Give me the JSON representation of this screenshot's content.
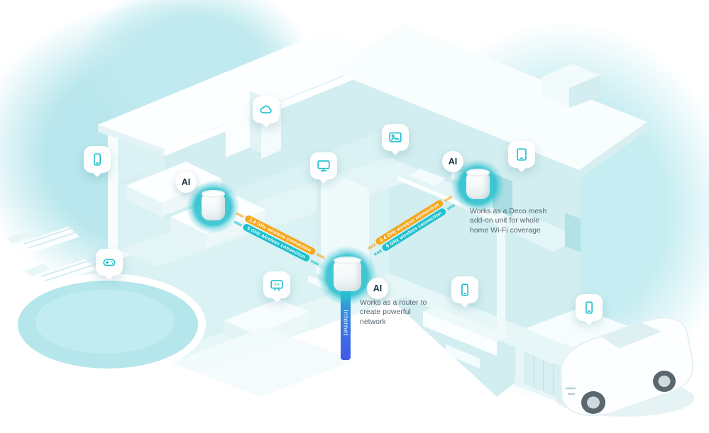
{
  "deco": {
    "ai_badge": "AI",
    "captions": {
      "router": "Works as a router to create powerful network",
      "addon": "Works as a Deco mesh add-on unit for whole home Wi-Fi coverage"
    }
  },
  "links": {
    "chevrons_left": "«««",
    "chevrons_right": "»»»",
    "left": {
      "band_2g4": "2.4 GHz wireless connection",
      "band_5g": "5 GHz wireless connection"
    },
    "right": {
      "band_2g4": "2.4 GHz wireless connection",
      "band_5g": "5 GHz wireless connection"
    }
  },
  "internet": {
    "label": "Internet"
  },
  "icons": {
    "tv_label": "TV",
    "pins": [
      "smartphone-icon",
      "cloud-icon",
      "monitor-icon",
      "photo-icon",
      "tablet-icon",
      "gamepad-icon",
      "tv-icon",
      "smartphone-icon",
      "smartphone-icon"
    ]
  },
  "colors": {
    "accent_teal": "#1EC0CD",
    "band_orange": "#F5A71D",
    "internet_gradient_top": "#29B7D5",
    "internet_gradient_bottom": "#4257EA",
    "house_tint": "#D8F1F4",
    "caption_text": "#57666F"
  }
}
